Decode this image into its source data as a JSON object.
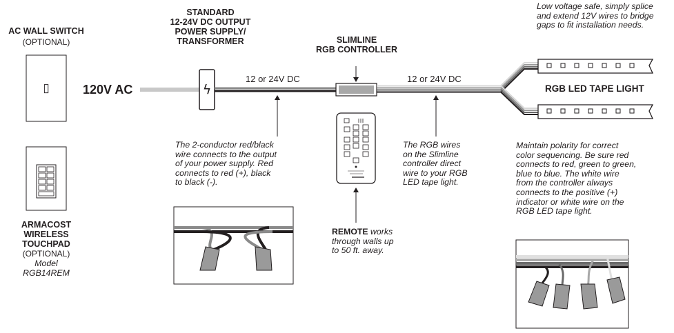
{
  "colors": {
    "ink": "#231f20",
    "mid_gray": "#8a8a8a",
    "light_gray": "#c8c8c8",
    "dark_gray": "#555555"
  },
  "switch": {
    "title": "AC WALL SWITCH",
    "subtitle": "(OPTIONAL)",
    "toggle_glyph": "▯"
  },
  "touchpad": {
    "lines": [
      "ARMACOST",
      "WIRELESS",
      "TOUCHPAD"
    ],
    "subtitle": "(OPTIONAL)",
    "model_lines": [
      "Model",
      "RGB14REM"
    ]
  },
  "power_in": {
    "label": "120V AC"
  },
  "power_supply": {
    "lines": [
      "STANDARD",
      "12-24V DC OUTPUT",
      "POWER SUPPLY/",
      "TRANSFORMER"
    ],
    "icon": "lightning-bolt-icon",
    "bolt_glyph": "ϟ"
  },
  "dc_left": {
    "label": "12 or 24V DC"
  },
  "dc_right": {
    "label": "12 or 24V DC"
  },
  "controller": {
    "lines": [
      "SLIMLINE",
      "RGB CONTROLLER"
    ]
  },
  "tape": {
    "label": "RGB LED TAPE LIGHT"
  },
  "notes": {
    "splice": [
      "Low voltage safe, simply splice",
      "and extend 12V wires to bridge",
      "gaps to fit installation needs."
    ],
    "two_conductor": [
      "The 2-conductor red/black",
      "wire connects to the output",
      "of your power supply. Red",
      "connects to red (+), black",
      "to black (-)."
    ],
    "rgb_wires": [
      "The RGB wires",
      "on the Slimline",
      "controller direct",
      "wire to your RGB",
      "LED tape light."
    ],
    "polarity": [
      "Maintain polarity for correct",
      "color sequencing. Be sure red",
      "connects to red, green to green,",
      "blue to blue. The white wire",
      "from the controller always",
      "connects to the positive (+)",
      "indicator or white wire on the",
      "RGB LED tape light."
    ]
  },
  "remote": {
    "title": "REMOTE",
    "text_rest": " works",
    "lines": [
      "through walls up",
      "to 50 ft. away."
    ]
  }
}
